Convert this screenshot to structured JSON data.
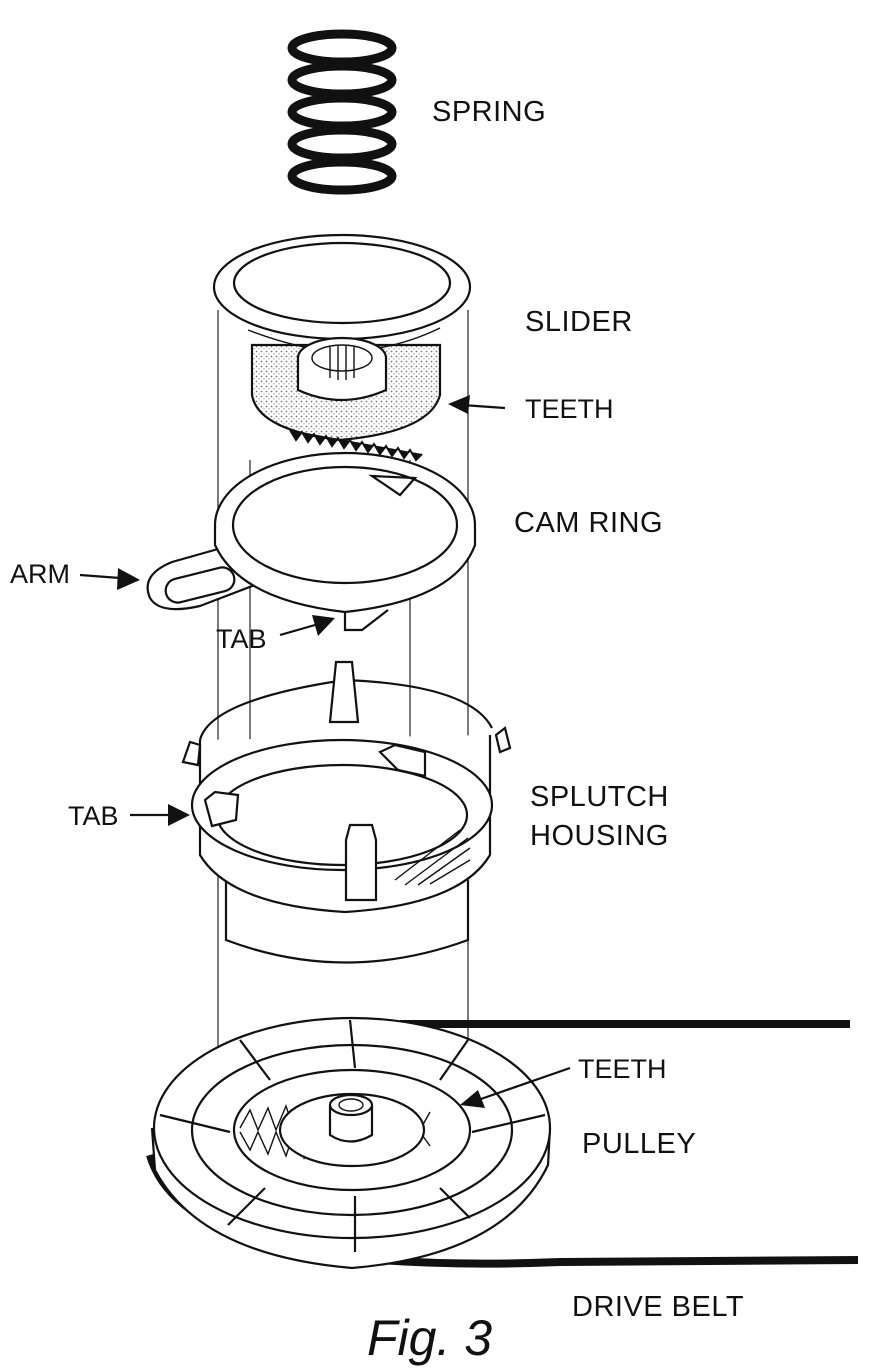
{
  "labels": {
    "spring": "SPRING",
    "slider": "SLIDER",
    "teeth_slider": "TEETH",
    "cam_ring": "CAM RING",
    "arm": "ARM",
    "tab_cam": "TAB",
    "splutch_line1": "SPLUTCH",
    "splutch_line2": "HOUSING",
    "tab_housing": "TAB",
    "teeth_pulley": "TEETH",
    "pulley": "PULLEY",
    "drive_belt": "DRIVE BELT"
  },
  "caption": "Fig. 3",
  "colors": {
    "ink": "#111111",
    "background": "#ffffff",
    "stipple": "#bdbdbd"
  }
}
